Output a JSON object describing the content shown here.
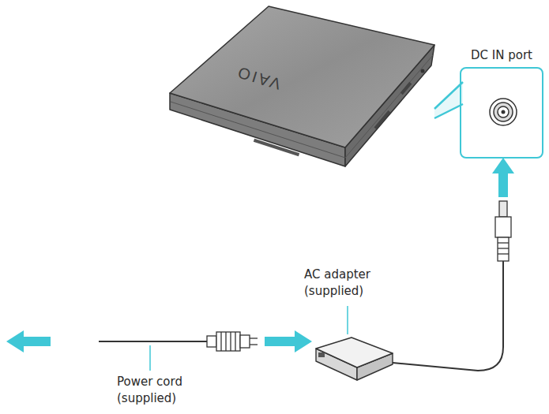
{
  "diagram": {
    "nodes": [
      {
        "text": [
          "DC IN port"
        ]
      }
    ],
    "labels": [
      "AC adapter (supplied)",
      "Power cord (supplied)",
      "VAIO"
    ]
  }
}
